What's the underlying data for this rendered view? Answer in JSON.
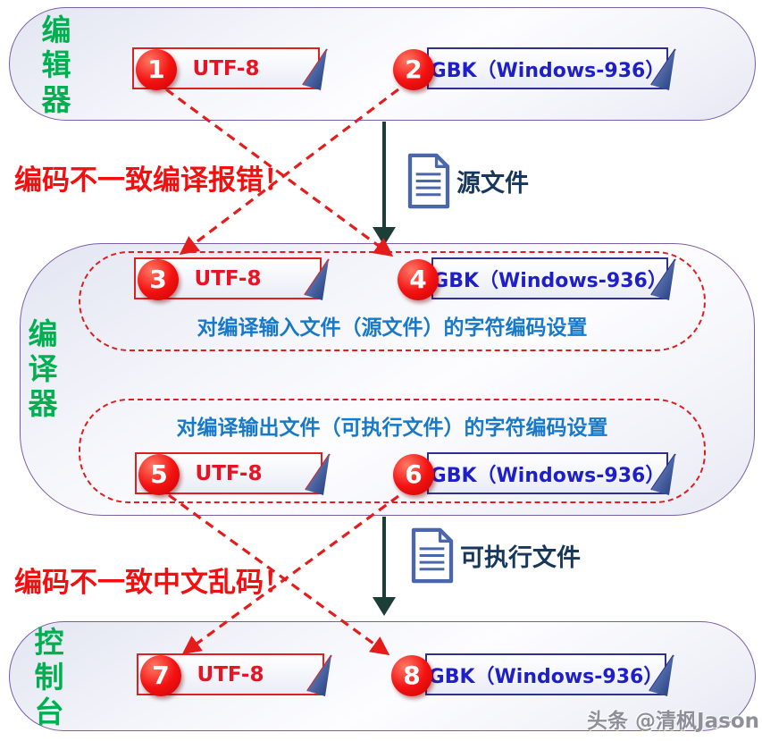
{
  "colors": {
    "green_label": "#00B050",
    "warning_red": "#F20F0F",
    "gbk_blue_text": "#1F1FC8",
    "utf_red_text": "#E81423",
    "section_caption_blue": "#1879C8",
    "file_label_navy": "#17375D",
    "container_border_purple": "#7B5EA7",
    "dashed_border_red": "#DD1F1F",
    "flow_arrow_dark": "#1D3E36",
    "fold_navy": "#2E4B8F"
  },
  "editor": {
    "title": "编辑器",
    "boxes": [
      {
        "number": "1",
        "label": "UTF-8"
      },
      {
        "number": "2",
        "label": "GBK（Windows-936）"
      }
    ]
  },
  "source_file": {
    "label": "源文件"
  },
  "warning_top": {
    "text": "编码不一致编译报错！"
  },
  "compiler": {
    "title": "编译器",
    "input_section": {
      "caption": "对编译输入文件（源文件）的字符编码设置",
      "boxes": [
        {
          "number": "3",
          "label": "UTF-8"
        },
        {
          "number": "4",
          "label": "GBK（Windows-936）"
        }
      ]
    },
    "output_section": {
      "caption": "对编译输出文件（可执行文件）的字符编码设置",
      "boxes": [
        {
          "number": "5",
          "label": "UTF-8"
        },
        {
          "number": "6",
          "label": "GBK（Windows-936）"
        }
      ]
    }
  },
  "executable_file": {
    "label": "可执行文件"
  },
  "warning_bottom": {
    "text": "编码不一致中文乱码！"
  },
  "console": {
    "title": "控制台",
    "boxes": [
      {
        "number": "7",
        "label": "UTF-8"
      },
      {
        "number": "8",
        "label": "GBK（Windows-936）"
      }
    ]
  },
  "watermark": {
    "text": "头条 @清枫Jason"
  }
}
